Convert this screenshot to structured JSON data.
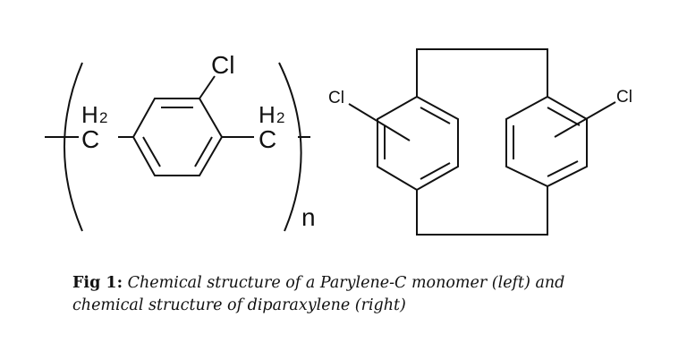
{
  "figure": {
    "left_structure": {
      "name": "Parylene-C monomer",
      "labels": {
        "cl": "Cl",
        "h2_left": "H",
        "h2_left_sub": "2",
        "c_left": "C",
        "h2_right": "H",
        "h2_right_sub": "2",
        "c_right": "C",
        "repeat": "n"
      }
    },
    "right_structure": {
      "name": "diparaxylene",
      "labels": {
        "cl_left": "Cl",
        "cl_right": "Cl"
      }
    },
    "caption": {
      "label": "Fig 1:",
      "line1": "Chemical structure of a Parylene-C monomer (left) and",
      "line2": "chemical structure of diparaxylene (right)"
    }
  }
}
